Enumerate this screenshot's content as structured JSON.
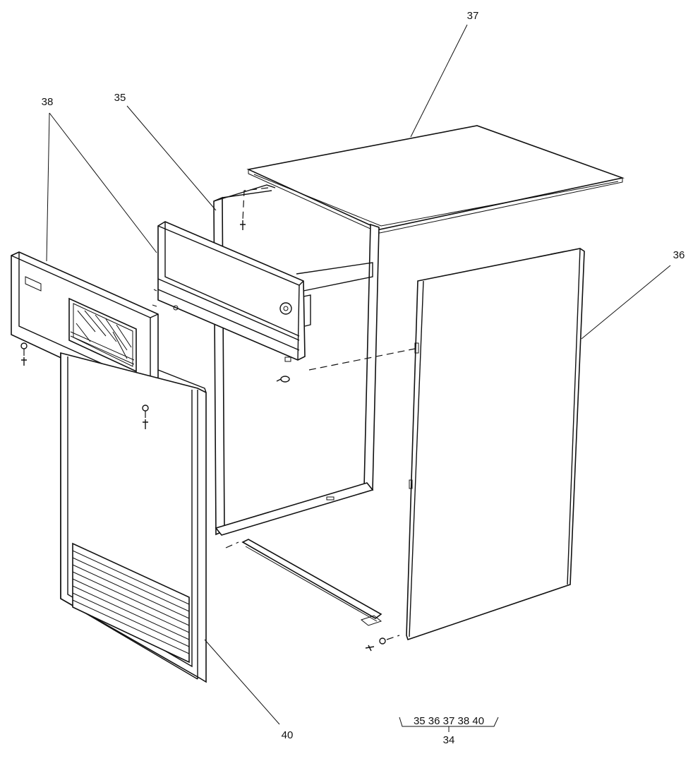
{
  "diagram": {
    "callouts": {
      "c37": "37",
      "c38": "38",
      "c35": "35",
      "c36": "36",
      "c40": "40"
    },
    "assembly": {
      "group_parts": "35 36 37 38 40",
      "group_number": "34"
    }
  }
}
